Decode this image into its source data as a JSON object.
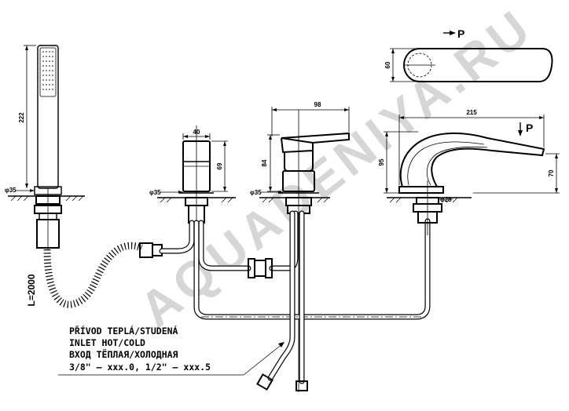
{
  "watermark": "AQUADENIYA.RU",
  "dimensions": {
    "shower_height": "222",
    "shower_hole": "φ35",
    "hose_length": "L=2000",
    "valve_width": "40",
    "valve_height": "69",
    "valve_hole": "φ35",
    "mixer_width": "98",
    "mixer_height": "84",
    "mixer_hole": "φ35",
    "spout_length": "215",
    "spout_height": "95",
    "spout_outlet_height": "70",
    "spout_hole": "φ28",
    "top_view_height": "60"
  },
  "labels": {
    "arrow_top": "P",
    "arrow_spout": "P"
  },
  "inlet_note": {
    "line1": "PŘÍVOD TEPLÁ/STUDENÁ",
    "line2": "INLET HOT/COLD",
    "line3": "ВХОД ТЁПЛАЯ/ХОЛОДНАЯ",
    "line4": "3/8\" – xxx.0, 1/2\" – xxx.5"
  }
}
